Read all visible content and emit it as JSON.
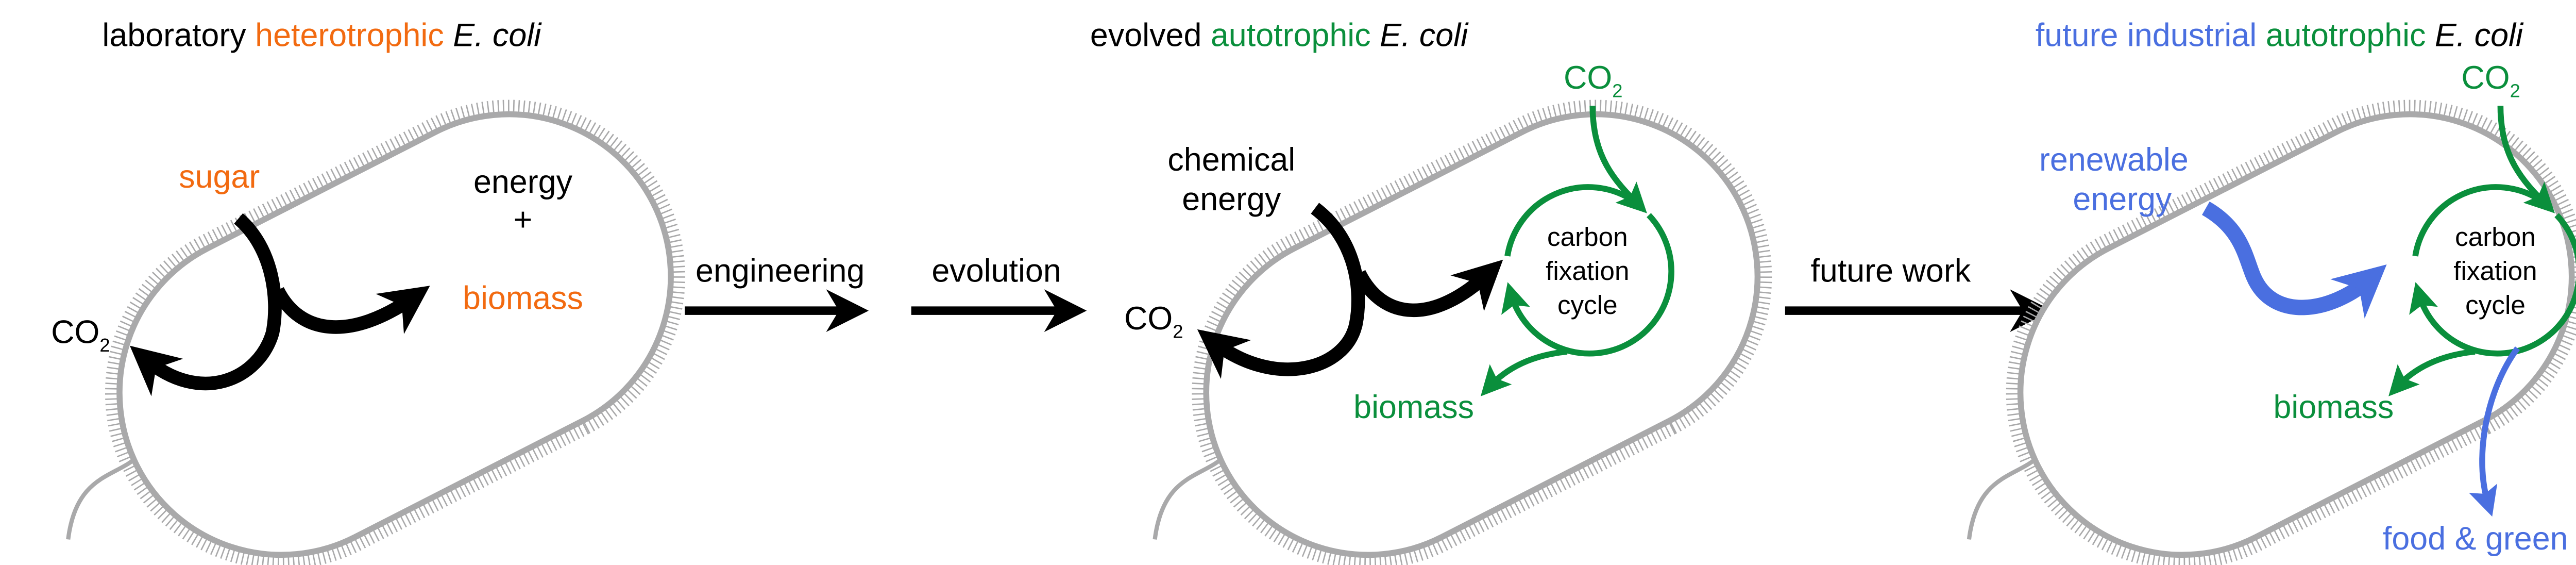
{
  "colors": {
    "orange": "#f26a10",
    "green": "#0a8f3c",
    "blue": "#4a6fe0",
    "membrane": "#a9a9aa",
    "black": "#000000"
  },
  "panel1": {
    "title_a": "laboratory",
    "title_b": "heterotrophic",
    "title_c": "E. coli",
    "sugar": "sugar",
    "energy": "energy",
    "plus": "+",
    "biomass": "biomass",
    "co2_main": "CO",
    "co2_sub": "2"
  },
  "transitions": {
    "engineering": "engineering",
    "evolution": "evolution",
    "future_work": "future work"
  },
  "panel2": {
    "title_a": "evolved",
    "title_b": "autotrophic",
    "title_c": "E. coli",
    "co2_in_main": "CO",
    "co2_in_sub": "2",
    "chemical": "chemical",
    "energy": "energy",
    "co2_out_main": "CO",
    "co2_out_sub": "2",
    "cycle_1": "carbon",
    "cycle_2": "fixation",
    "cycle_3": "cycle",
    "biomass": "biomass"
  },
  "panel3": {
    "title_a": "future industrial",
    "title_b": "autotrophic",
    "title_c": "E. coli",
    "co2_in_main": "CO",
    "co2_in_sub": "2",
    "renewable": "renewable",
    "energy": "energy",
    "cycle_1": "carbon",
    "cycle_2": "fixation",
    "cycle_3": "cycle",
    "biomass": "biomass",
    "products": "food & green fuels"
  }
}
